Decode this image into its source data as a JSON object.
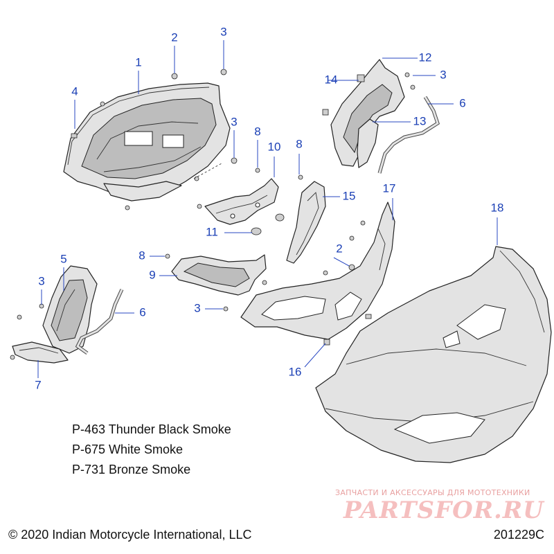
{
  "callouts": [
    {
      "id": "1",
      "label": "1"
    },
    {
      "id": "2a",
      "label": "2"
    },
    {
      "id": "2b",
      "label": "2"
    },
    {
      "id": "3a",
      "label": "3"
    },
    {
      "id": "3b",
      "label": "3"
    },
    {
      "id": "3c",
      "label": "3"
    },
    {
      "id": "3d",
      "label": "3"
    },
    {
      "id": "3e",
      "label": "3"
    },
    {
      "id": "4",
      "label": "4"
    },
    {
      "id": "5",
      "label": "5"
    },
    {
      "id": "6a",
      "label": "6"
    },
    {
      "id": "6b",
      "label": "6"
    },
    {
      "id": "7",
      "label": "7"
    },
    {
      "id": "8a",
      "label": "8"
    },
    {
      "id": "8b",
      "label": "8"
    },
    {
      "id": "8c",
      "label": "8"
    },
    {
      "id": "9",
      "label": "9"
    },
    {
      "id": "10",
      "label": "10"
    },
    {
      "id": "11",
      "label": "11"
    },
    {
      "id": "12",
      "label": "12"
    },
    {
      "id": "13",
      "label": "13"
    },
    {
      "id": "14",
      "label": "14"
    },
    {
      "id": "15",
      "label": "15"
    },
    {
      "id": "16",
      "label": "16"
    },
    {
      "id": "17",
      "label": "17"
    },
    {
      "id": "18",
      "label": "18"
    }
  ],
  "color_options": [
    "P-463 Thunder Black Smoke",
    "P-675 White Smoke",
    "P-731 Bronze Smoke"
  ],
  "copyright": "© 2020 Indian Motorcycle International, LLC",
  "drawing_code": "201229C",
  "watermark": {
    "tagline": "ЗАПЧАСТИ И АКСЕССУАРЫ ДЛЯ МОТОТЕХНИКИ",
    "logo": "PARTSFOR.RU"
  },
  "colors": {
    "callout_blue": "#1a3fb5",
    "part_fill": "#e3e3e3",
    "watermark_red": "#f4b4b4"
  }
}
